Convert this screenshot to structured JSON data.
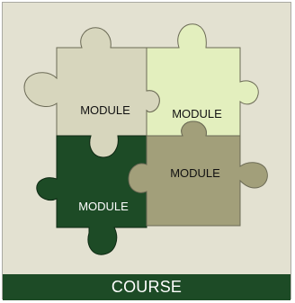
{
  "pieces": [
    {
      "label": "MODULE",
      "color": "#d7d6bd",
      "text_color": "#111111"
    },
    {
      "label": "MODULE",
      "color": "#e3efbe",
      "text_color": "#111111"
    },
    {
      "label": "MODULE",
      "color": "#1d4b26",
      "text_color": "#ffffff"
    },
    {
      "label": "MODULE",
      "color": "#a29f7a",
      "text_color": "#111111"
    }
  ],
  "footer": {
    "label": "COURSE",
    "color": "#1d4b26"
  },
  "background": "#e3e1d1"
}
